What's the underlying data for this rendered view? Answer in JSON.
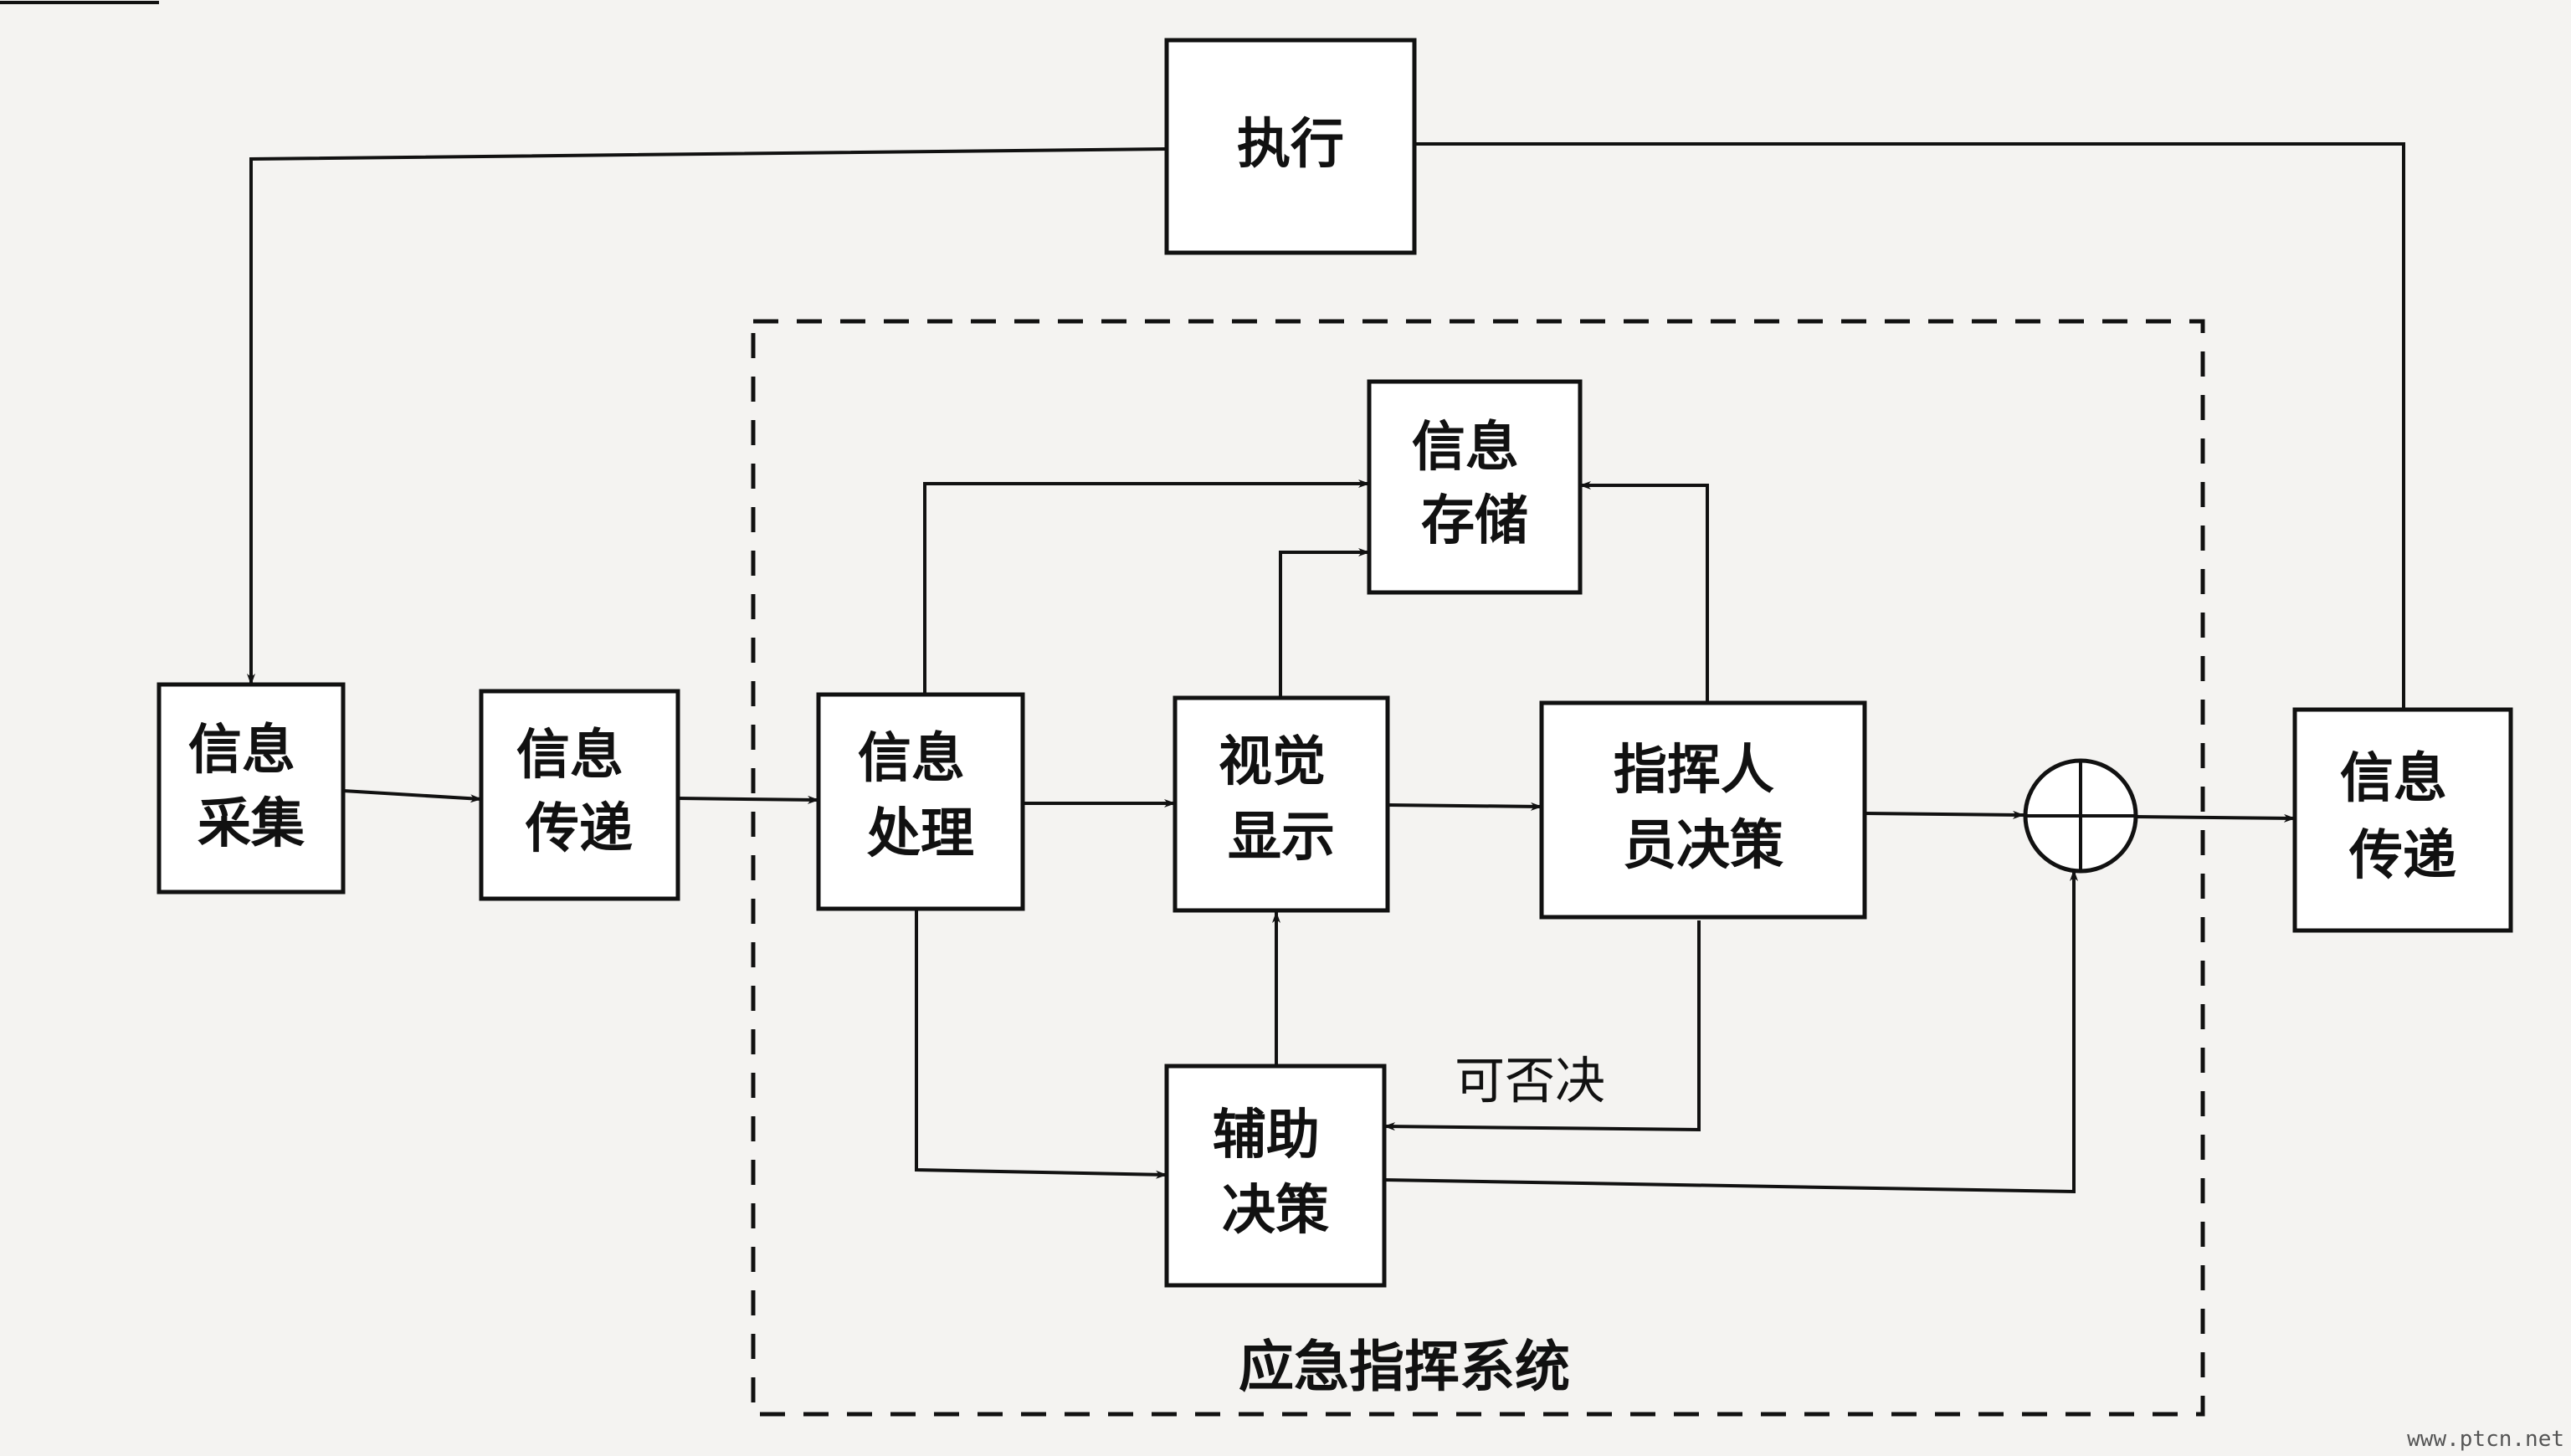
{
  "nodes": {
    "execute": {
      "lines": [
        "执行"
      ]
    },
    "collect": {
      "lines": [
        "信息",
        "采集"
      ]
    },
    "transmit1": {
      "lines": [
        "信息",
        "传递"
      ]
    },
    "process": {
      "lines": [
        "信息",
        "处理"
      ]
    },
    "display": {
      "lines": [
        "视觉",
        "显示"
      ]
    },
    "storage": {
      "lines": [
        "信息",
        "存储"
      ]
    },
    "commander": {
      "lines": [
        "指挥人",
        "员决策"
      ]
    },
    "assist": {
      "lines": [
        "辅助",
        "决策"
      ]
    },
    "transmit2": {
      "lines": [
        "信息",
        "传递"
      ]
    }
  },
  "labels": {
    "veto": "可否决",
    "system": "应急指挥系统"
  },
  "watermark": "www.ptcn.net"
}
